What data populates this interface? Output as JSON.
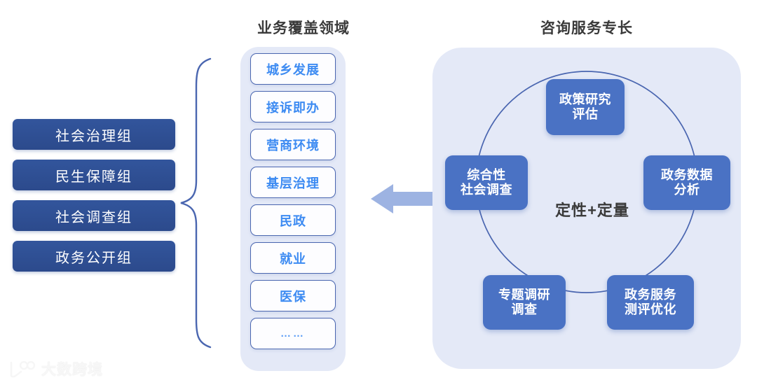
{
  "headings": {
    "coverage": "业务覆盖领域",
    "expertise": "咨询服务专长"
  },
  "left_groups": {
    "items": [
      {
        "label": "社会治理组"
      },
      {
        "label": "民生保障组"
      },
      {
        "label": "社会调查组"
      },
      {
        "label": "政务公开组"
      }
    ]
  },
  "coverage": {
    "items": [
      {
        "label": "城乡发展"
      },
      {
        "label": "接诉即办"
      },
      {
        "label": "营商环境"
      },
      {
        "label": "基层治理"
      },
      {
        "label": "民政"
      },
      {
        "label": "就业"
      },
      {
        "label": "医保"
      },
      {
        "label": "……"
      }
    ]
  },
  "expertise": {
    "center_label": "定性+定量",
    "nodes": [
      {
        "label": "政策研究\n评估"
      },
      {
        "label": "政务数据\n分析"
      },
      {
        "label": "政务服务\n测评优化"
      },
      {
        "label": "专题调研\n调查"
      },
      {
        "label": "综合性\n社会调查"
      }
    ]
  },
  "connector": {
    "brace_name": "左侧大括号",
    "arrow_direction": "left"
  },
  "watermark": {
    "text": "大数跨境"
  },
  "colors": {
    "group_box_blue": "#2e4f96",
    "node_blue": "#4a72c4",
    "panel_bg": "#e4e9f7",
    "item_border": "#4a66b0",
    "item_text": "#3d8bf2",
    "arrow": "#9db3e2",
    "heading": "#3a3a3a"
  }
}
